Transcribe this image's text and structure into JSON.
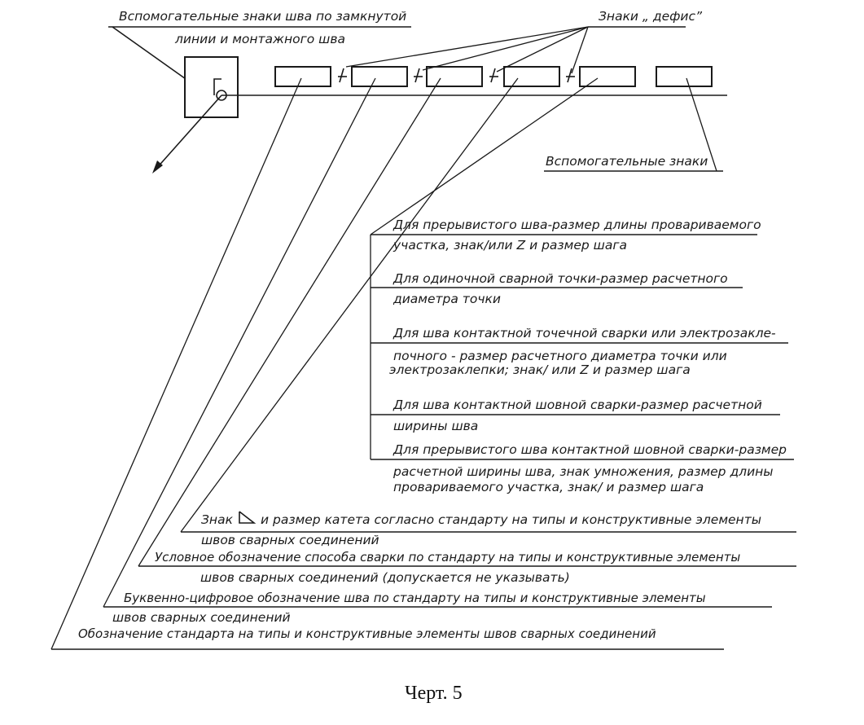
{
  "aux_closed_line": {
    "line1": "Вспомогательные знаки шва по замкнутой",
    "line2": "линии и монтажного шва"
  },
  "hyphen_signs": "Знаки „ дефис”",
  "aux_signs": "Вспомогательные знаки",
  "intermittent_weld": {
    "line1": "Для прерывистого шва-размер длины провариваемого",
    "line2": "участка, знак/или Z и размер шага"
  },
  "single_spot": {
    "line1": "Для одиночной сварной точки-размер расчетного",
    "line2": "диаметра точки"
  },
  "spot_weld": {
    "line1": "Для шва контактной точечной сварки или электрозакле-",
    "line2": "почного - размер расчетного диаметра точки или",
    "line3": "электрозаклепки; знак/ или Z и размер шага"
  },
  "seam_weld": {
    "line1": "Для шва контактной шовной сварки-размер расчетной",
    "line2": "ширины шва"
  },
  "intermittent_seam": {
    "line1": "Для прерывистого шва контактной шовной сварки-размер",
    "line2": "расчетной ширины шва, знак умножения, размер длины",
    "line3": "провариваемого участка, знак/ и размер шага"
  },
  "leg_size": {
    "prefix": "Знак",
    "line1": "и размер катета согласно стандарту на типы и конструктивные элементы",
    "line2": "швов сварных соединений"
  },
  "welding_method": {
    "line1": "Условное обозначение способа сварки по стандарту на типы и конструктивные элементы",
    "line2": "швов сварных соединений (допускается не указывать)"
  },
  "alnum_designation": {
    "line1": "Буквенно-цифровое обозначение шва по стандарту на типы и конструктивные элементы",
    "line2": "швов сварных соединений"
  },
  "standard_designation": "Обозначение стандарта на типы и конструктивные элементы швов сварных соединений",
  "caption": "Черт. 5"
}
